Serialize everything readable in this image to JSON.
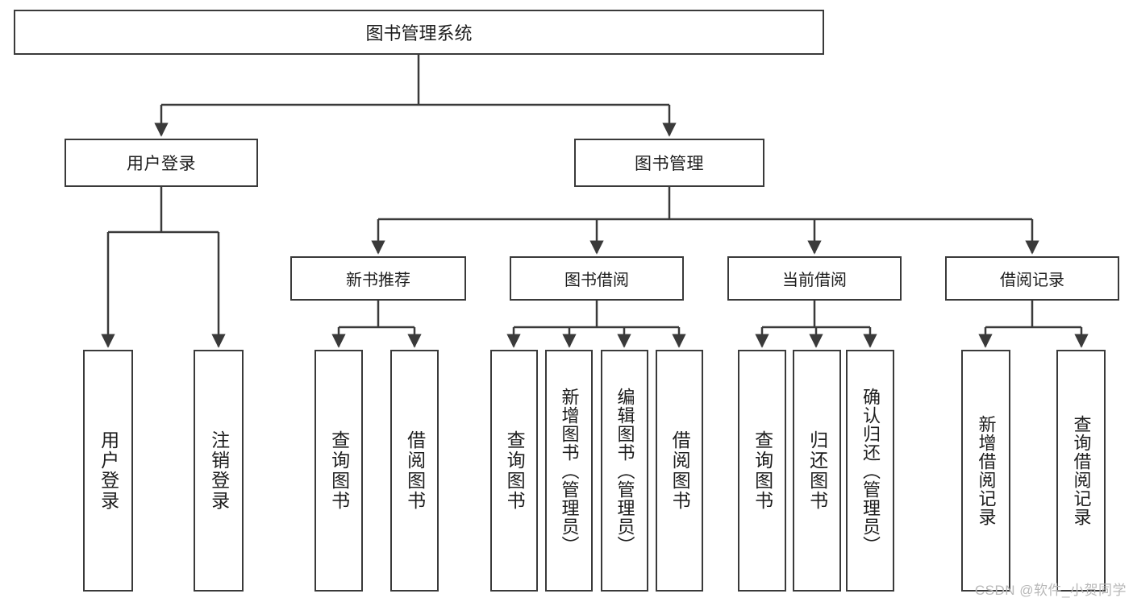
{
  "diagram": {
    "type": "tree-hierarchy",
    "title": "图书管理系统",
    "watermark": "CSDN @软件_小贺同学",
    "colors": {
      "box_border": "#3a3a3a",
      "box_fill": "#ffffff",
      "edge": "#3a3a3a",
      "text": "#1d1d1d",
      "watermark": "#b8b8b8",
      "background": "#ffffff"
    },
    "root": {
      "label": "图书管理系统"
    },
    "level1": [
      {
        "label": "用户登录"
      },
      {
        "label": "图书管理"
      }
    ],
    "level2": [
      {
        "label": "新书推荐"
      },
      {
        "label": "图书借阅"
      },
      {
        "label": "当前借阅"
      },
      {
        "label": "借阅记录"
      }
    ],
    "leaves": {
      "user_login": [
        {
          "label": "用户登录"
        },
        {
          "label": "注销登录"
        }
      ],
      "new_book_recommend": [
        {
          "label": "查询图书"
        },
        {
          "label": "借阅图书"
        }
      ],
      "book_borrow": [
        {
          "label": "查询图书"
        },
        {
          "label": "新增图书（管理员）"
        },
        {
          "label": "编辑图书（管理员）"
        },
        {
          "label": "借阅图书"
        }
      ],
      "current_borrow": [
        {
          "label": "查询图书"
        },
        {
          "label": "归还图书"
        },
        {
          "label": "确认归还（管理员）"
        }
      ],
      "borrow_record": [
        {
          "label": "新增借阅记录"
        },
        {
          "label": "查询借阅记录"
        }
      ]
    }
  }
}
